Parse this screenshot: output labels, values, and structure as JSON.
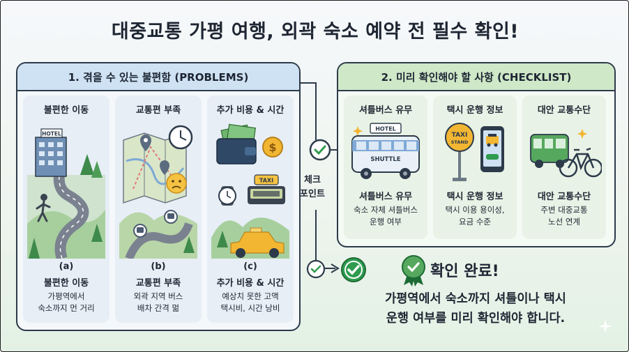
{
  "title": "대중교통 가평 여행, 외곽 숙소 예약 전 필수 확인!",
  "problems": {
    "heading": "1. 겪을 수 있는 불편함 (PROBLEMS)",
    "cards": [
      {
        "title": "불편한 이동",
        "letter": "(a)",
        "label": "불편한 이동",
        "desc1": "가평역에서",
        "desc2": "숙소까지 먼 거리",
        "sign": "HOTEL"
      },
      {
        "title": "교통편 부족",
        "letter": "(b)",
        "label": "교통편 부족",
        "desc1": "외곽 지역 버스",
        "desc2": "배차 간격 멂"
      },
      {
        "title": "추가 비용 & 시간",
        "letter": "(c)",
        "label": "추가 비용 & 시간",
        "desc1": "예상치 못한 고액",
        "desc2": "택시비, 시간 낭비",
        "sign": "TAXI"
      }
    ]
  },
  "checklist": {
    "heading": "2. 미리 확인해야 할 사항 (CHECKLIST)",
    "cards": [
      {
        "title": "셔틀버스 유무",
        "label": "셔틀버스 유무",
        "desc1": "숙소 자체 셔틀버스",
        "desc2": "운행 여부",
        "sign1": "HOTEL",
        "sign2": "SHUTTLE"
      },
      {
        "title": "택시 운행 정보",
        "label": "택시 운행 정보",
        "desc1": "택시 이용 용이성,",
        "desc2": "요금 수준",
        "sign1": "TAXI",
        "sign2": "STAND"
      },
      {
        "title": "대안 교통수단",
        "label": "대안 교통수단",
        "desc1": "주변 대중교통",
        "desc2": "노선 연계"
      }
    ]
  },
  "checkpoint": {
    "line1": "체크",
    "line2": "포인트"
  },
  "confirm": {
    "title": "확인 완료!",
    "line1": "가평역에서 숙소까지 셔틀이나 택시",
    "line2": "운행 여부를 미리 확인해야 합니다."
  },
  "colors": {
    "accent_green": "#2f9b4f",
    "header_blue": "#cfe2f3",
    "header_green": "#cfe8c8",
    "gold": "#f2b632"
  }
}
